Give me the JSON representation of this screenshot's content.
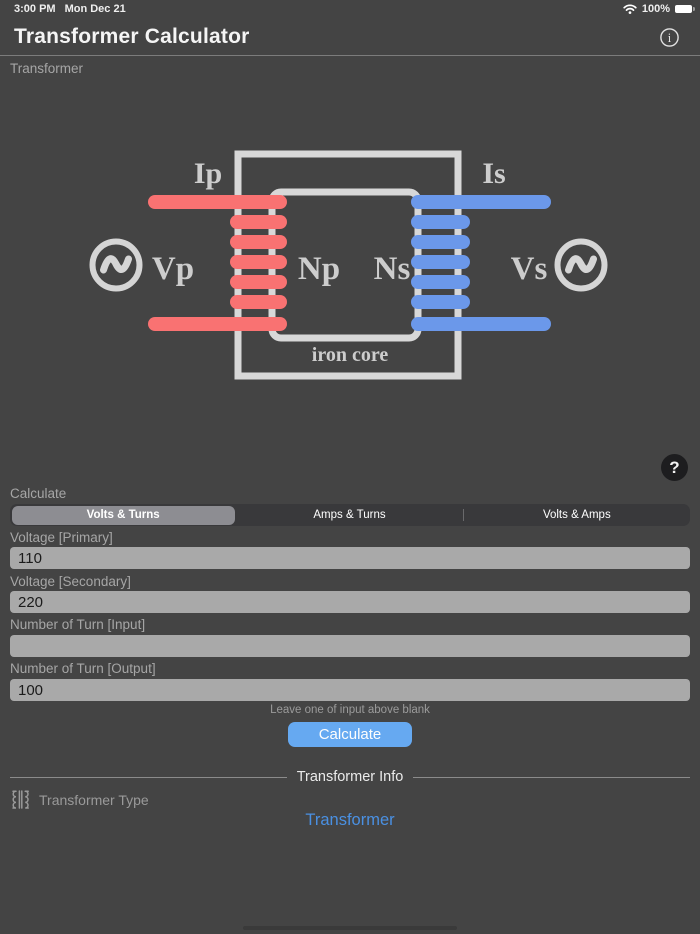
{
  "colors": {
    "accent_blue": "#66a9f1",
    "link_blue": "#4a90e2",
    "primary_coil_red": "#f97272",
    "secondary_coil_blue": "#6b98ea",
    "core_gray": "#d8d8d8"
  },
  "status_bar": {
    "time": "3:00 PM",
    "date": "Mon Dec 21",
    "battery_percent": "100%"
  },
  "header": {
    "title": "Transformer Calculator"
  },
  "sections": {
    "transformer_label": "Transformer"
  },
  "diagram": {
    "primary_current": "Ip",
    "secondary_current": "Is",
    "primary_voltage": "Vp",
    "primary_turns": "Np",
    "secondary_turns": "Ns",
    "secondary_voltage": "Vs",
    "core_label": "iron core"
  },
  "help_button_label": "?",
  "calculate": {
    "label": "Calculate",
    "segments": [
      {
        "label": "Volts & Turns",
        "selected": true
      },
      {
        "label": "Amps & Turns",
        "selected": false
      },
      {
        "label": "Volts & Amps",
        "selected": false
      }
    ],
    "fields": [
      {
        "label": "Voltage [Primary]",
        "value": "110"
      },
      {
        "label": "Voltage [Secondary]",
        "value": "220"
      },
      {
        "label": "Number of Turn [Input]",
        "value": ""
      },
      {
        "label": "Number of Turn [Output]",
        "value": "100"
      }
    ],
    "hint": "Leave one of input above blank",
    "button_label": "Calculate"
  },
  "info": {
    "title": "Transformer Info",
    "type_label": "Transformer Type",
    "type_value": "Transformer"
  }
}
